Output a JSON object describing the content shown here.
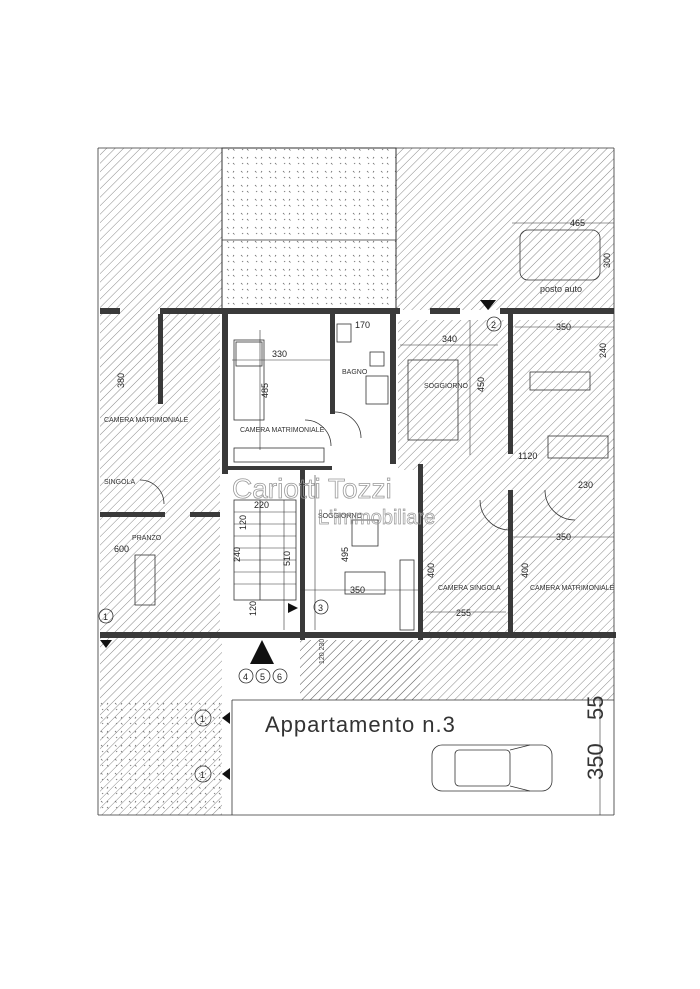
{
  "rooms": {
    "camera_matrimoniale_top": "CAMERA MATRIMONIALE",
    "bagno": "BAGNO",
    "soggiorno_right": "SOGGIORNO",
    "soggiorno_center": "SOGGIORNO",
    "camera_singola": "CAMERA SINGOLA",
    "camera_matrimoniale_right": "CAMERA MATRIMONIALE",
    "camera_singola_left": "SINGOLA",
    "camera_matrimoniale_left": "CAMERA MATRIMONIALE",
    "pranzo_left": "PRANZO",
    "posto_auto": "posto auto"
  },
  "dimensions": {
    "d330": "330",
    "d485": "485",
    "d170": "170",
    "d340": "340",
    "d450": "450",
    "d350_a": "350",
    "d240_a": "240",
    "d495": "495",
    "d350_b": "350",
    "d510": "510",
    "d240_b": "240",
    "d220": "220",
    "d120_a": "120",
    "d120_b": "120",
    "d400_a": "400",
    "d400_b": "400",
    "d255": "255",
    "d350_c": "350",
    "d230": "230",
    "d1120": "1120",
    "d380": "380",
    "d600": "600",
    "d465": "465",
    "d300": "300",
    "d120_230_a": "120\n230",
    "d350_big": "350"
  },
  "markers": {
    "m1_a": "1",
    "m1_b": "1",
    "m1_c": "1",
    "m2": "2",
    "m3": "3",
    "m4": "4",
    "m5": "5",
    "m6": "6"
  },
  "title": "Appartamento n.3",
  "watermark_line1": "Cariotti Tozzi",
  "watermark_line2": "L'immobiliare",
  "edge_text": "55"
}
